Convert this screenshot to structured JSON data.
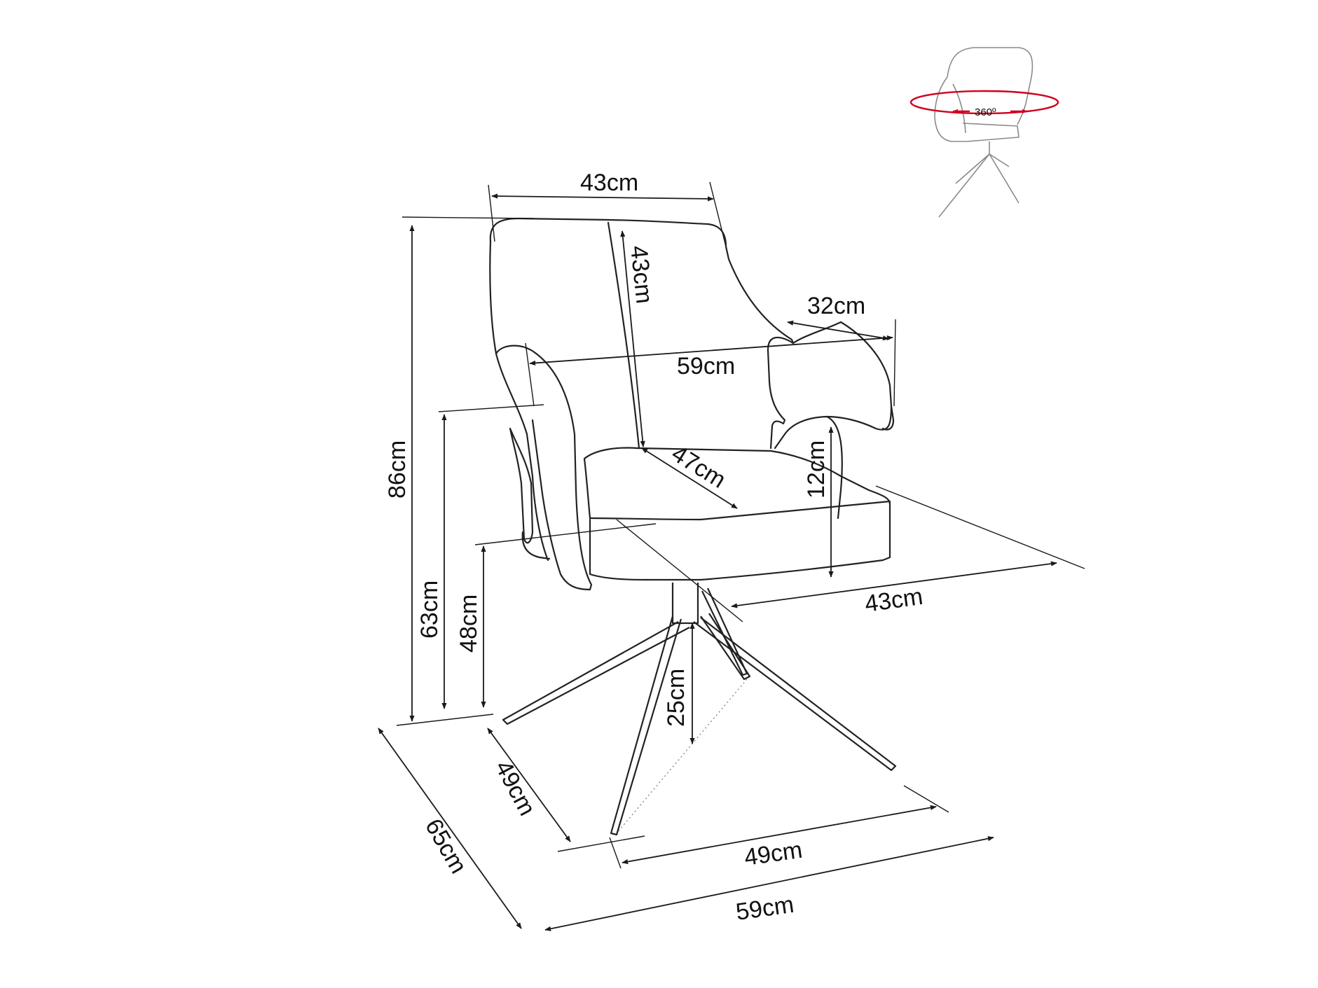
{
  "dimensions": {
    "backrest_width": "43cm",
    "backrest_height": "43cm",
    "armrest_depth": "32cm",
    "inner_width": "59cm",
    "seat_depth": "47cm",
    "armrest_height_above_seat": "12cm",
    "seat_width": "43cm",
    "total_height": "86cm",
    "armrest_height": "63cm",
    "seat_height": "48cm",
    "leg_height": "25cm",
    "base_depth": "49cm",
    "base_width": "49cm",
    "total_width": "59cm",
    "total_depth": "65cm"
  },
  "rotation_badge": {
    "label": "360º",
    "ring_color": "#d1001f"
  },
  "colors": {
    "line": "#222222",
    "background": "#ffffff"
  }
}
